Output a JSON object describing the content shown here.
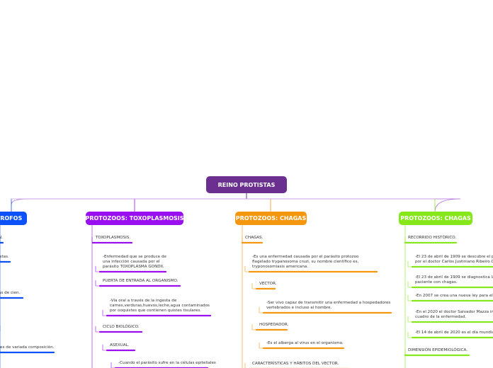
{
  "root": {
    "label": "REINO PROTISTAS",
    "color": "#6a2f8f"
  },
  "branches": [
    {
      "id": "b0",
      "title": "TROFOS",
      "color": "#0b51f7",
      "items": [
        {
          "text": "N."
        },
        {
          "text": "istas."
        },
        {
          "text": "ás de cien."
        },
        {
          "text": ""
        },
        {
          "text": "res de variada composición."
        }
      ]
    },
    {
      "id": "b1",
      "title": "PROTOZOOS: TOXOPLASMOSIS",
      "color": "#9a0ff0",
      "items": [
        {
          "text": "TOXOPLASMOSIS."
        },
        {
          "text": "-Enfermedad que se produce de\nuna infección causada por el\nparásito TOXOPLASMA GONDII."
        },
        {
          "text": "PUERTA DE ENTRADA AL ORGANISMO."
        },
        {
          "text": "-Vía oral a través de la ingesta de\ncarnes,verduras,huevos,leche,agua contaminados\npor ooquistes que contienen quistes tisulares."
        },
        {
          "text": "CICLO BIOLÓGICO."
        },
        {
          "text": "ASEXUAL."
        },
        {
          "text": "-Cuando el parásito sufre en la células epiteliales"
        }
      ]
    },
    {
      "id": "b2",
      "title": "PROTOZOOS: CHAGAS",
      "color": "#f5960f",
      "items": [
        {
          "text": "CHAGAS."
        },
        {
          "text": "-Es una enfermedad causada por el parásito protozoo\nflagelado  trypanosoma cruzi, su nombre científico es,\ntryponosomiasis americana."
        },
        {
          "text": "VECTOR."
        },
        {
          "text": "-Ser vivo capaz de transmitir una enfermedad a hospedadores\nvertebrados e incluso al hombre."
        },
        {
          "text": "HOSPEDADOR."
        },
        {
          "text": "-Es el alberga al virus en el organismo."
        },
        {
          "text": "CARACTERÍSTICAS Y HÁBITOS DEL VECTOR."
        }
      ]
    },
    {
      "id": "b3",
      "title": "PROTOZOOS:  CHAGAS",
      "color": "#86e81b",
      "items": [
        {
          "text": "RECORRIDO HISTÓRICO."
        },
        {
          "text": "-El 23 de abril de 1909 se descubre el p\npor el doctor Carlos Justiniano Ribeiro C"
        },
        {
          "text": "-El 23 de abril de 1909 se diagnostica la\npaciente con chagas."
        },
        {
          "text": "-En 2007 se crea una nueva ley para el"
        },
        {
          "text": "-En el 2020 el doctor Salvador Mazza in\ncuadro de la enfermedad."
        },
        {
          "text": "-El 14 de abril de 2020 es el día mundia"
        },
        {
          "text": "DIMENSIÓN EPIDEMIOLÓGICA."
        }
      ]
    }
  ]
}
